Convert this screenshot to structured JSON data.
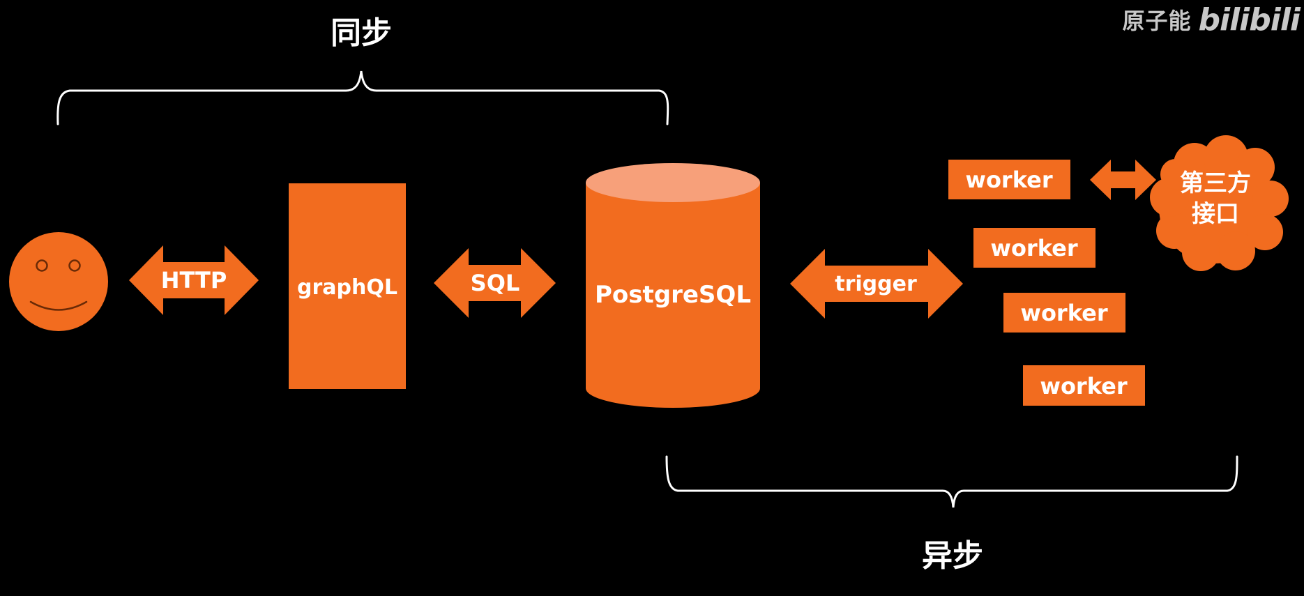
{
  "labels": {
    "sync": "同步",
    "async": "异步",
    "http": "HTTP",
    "sql": "SQL",
    "trigger": "trigger",
    "graphql": "graphQL",
    "postgres": "PostgreSQL",
    "workers": [
      "worker",
      "worker",
      "worker",
      "worker"
    ],
    "third_party_line1": "第三方",
    "third_party_line2": "接口"
  },
  "watermark": {
    "author": "原子能",
    "logo": "bilibili"
  },
  "colors": {
    "background": "#000000",
    "accent": "#f26c1f",
    "accent_light": "#f7a07a",
    "bracket": "#ffffff",
    "text": "#ffffff",
    "watermark": "#c8c8c8"
  }
}
